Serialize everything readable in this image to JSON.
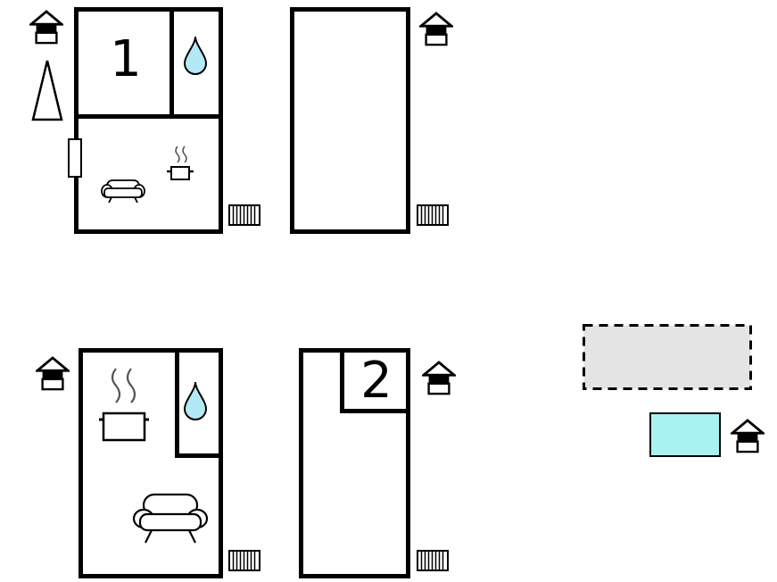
{
  "colors": {
    "wall": "#000000",
    "water_drop": "#b3e9f7",
    "pool": "#a8f2f2",
    "terrace": "#e4e4e4",
    "steam": "#555555",
    "background": "#ffffff"
  },
  "units": {
    "unit1": {
      "label": "1"
    },
    "unit2": {
      "label": ""
    },
    "unit3": {
      "label": ""
    },
    "unit4": {
      "label": "2"
    }
  },
  "icons": {
    "entrance": "house-entrance-icon",
    "water_drop": "water-drop-icon",
    "pot": "cooking-pot-icon",
    "sofa": "sofa-icon",
    "radiator": "radiator-icon",
    "tree": "tree-icon",
    "terrace": "terrace-area",
    "pool": "pool-area",
    "door": "door-opening"
  }
}
